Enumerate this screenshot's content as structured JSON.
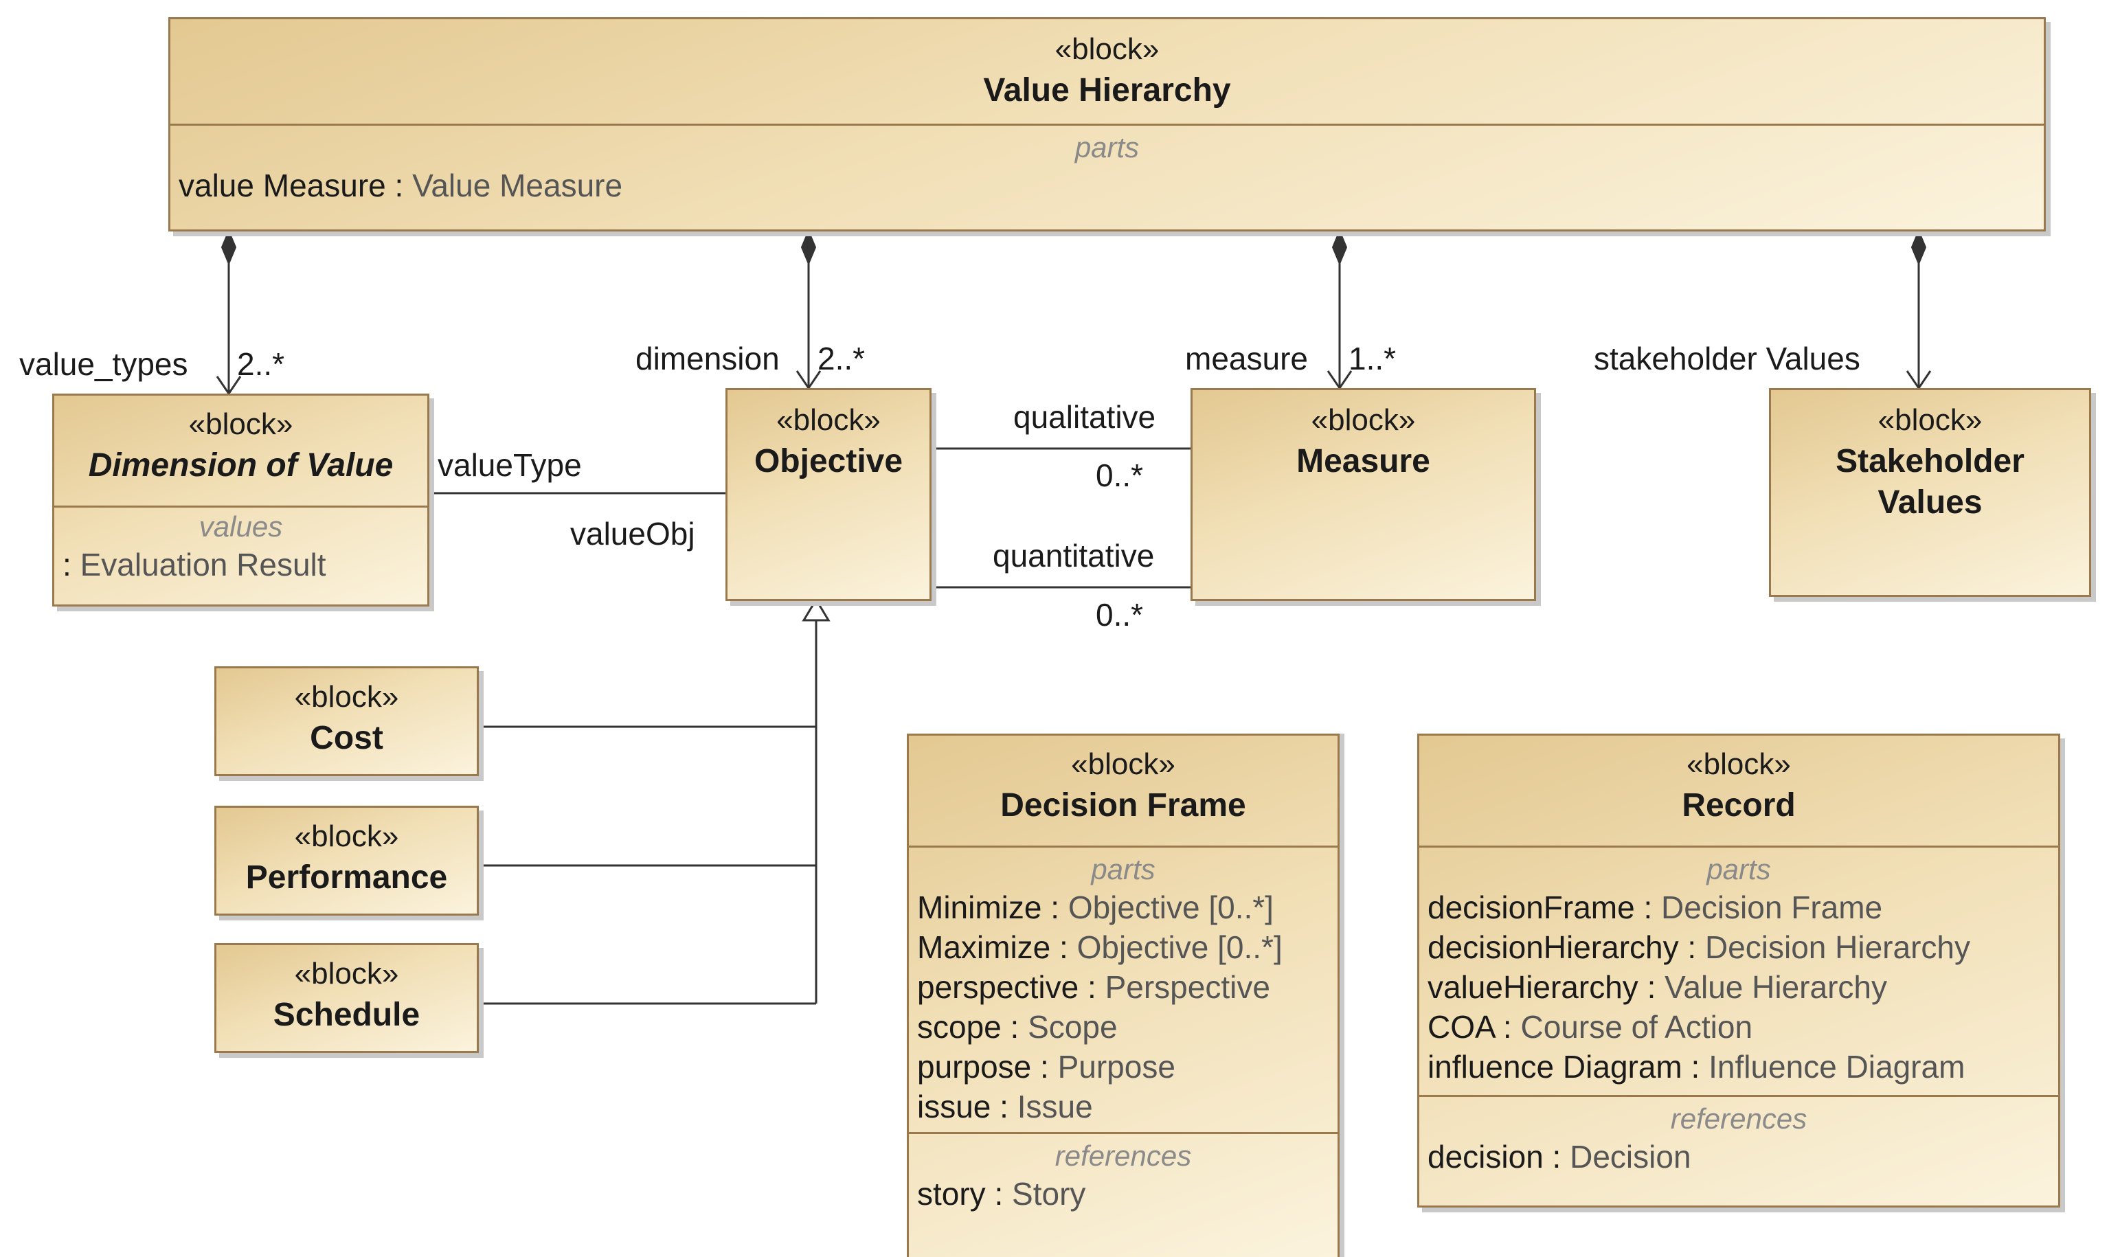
{
  "blocks": {
    "value_hierarchy": {
      "stereotype": "«block»",
      "name": "Value Hierarchy",
      "parts_title": "parts",
      "parts": [
        {
          "name": "value Measure",
          "type": "Value Measure"
        }
      ]
    },
    "dimension_of_value": {
      "stereotype": "«block»",
      "name": "Dimension of Value",
      "values_title": "values",
      "values": [
        {
          "name": "",
          "type": "Evaluation Result"
        }
      ]
    },
    "objective": {
      "stereotype": "«block»",
      "name": "Objective"
    },
    "measure": {
      "stereotype": "«block»",
      "name": "Measure"
    },
    "stakeholder_values": {
      "stereotype": "«block»",
      "name_line1": "Stakeholder",
      "name_line2": "Values"
    },
    "cost": {
      "stereotype": "«block»",
      "name": "Cost"
    },
    "performance": {
      "stereotype": "«block»",
      "name": "Performance"
    },
    "schedule": {
      "stereotype": "«block»",
      "name": "Schedule"
    },
    "decision_frame": {
      "stereotype": "«block»",
      "name": "Decision Frame",
      "parts_title": "parts",
      "parts": [
        {
          "name": "Minimize",
          "type": "Objective [0..*]"
        },
        {
          "name": "Maximize",
          "type": "Objective [0..*]"
        },
        {
          "name": "perspective",
          "type": "Perspective"
        },
        {
          "name": "scope",
          "type": "Scope"
        },
        {
          "name": "purpose",
          "type": "Purpose"
        },
        {
          "name": "issue",
          "type": "Issue"
        }
      ],
      "references_title": "references",
      "references": [
        {
          "name": "story",
          "type": "Story"
        }
      ]
    },
    "record": {
      "stereotype": "«block»",
      "name": "Record",
      "parts_title": "parts",
      "parts": [
        {
          "name": "decisionFrame",
          "type": "Decision Frame"
        },
        {
          "name": "decisionHierarchy",
          "type": "Decision Hierarchy"
        },
        {
          "name": "valueHierarchy",
          "type": "Value Hierarchy"
        },
        {
          "name": "COA",
          "type": "Course of Action"
        },
        {
          "name": "influence Diagram",
          "type": "Influence Diagram"
        }
      ],
      "references_title": "references",
      "references": [
        {
          "name": "decision",
          "type": "Decision"
        }
      ]
    }
  },
  "labels": {
    "value_types": "value_types",
    "value_types_mult": "2..*",
    "dimension": "dimension",
    "dimension_mult": "2..*",
    "measure": "measure",
    "measure_mult": "1..*",
    "stakeholder_values": "stakeholder Values",
    "value_type": "valueType",
    "value_obj": "valueObj",
    "qualitative": "qualitative",
    "qualitative_mult": "0..*",
    "quantitative": "quantitative",
    "quantitative_mult": "0..*"
  },
  "colors": {
    "border": "#9a7a4c",
    "fill_dark": "#e3c891",
    "fill_light": "#fbf3dd",
    "line": "#333333"
  }
}
